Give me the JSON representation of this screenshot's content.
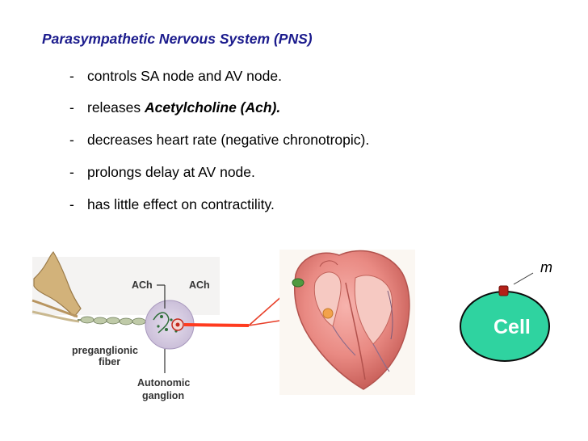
{
  "heading": "Parasympathetic Nervous System (PNS)",
  "bullets": [
    {
      "dash": "-",
      "text": "controls SA node and AV node.",
      "emph": ""
    },
    {
      "dash": "-",
      "text": "releases ",
      "emph": "Acetylcholine (Ach)."
    },
    {
      "dash": "-",
      "text": "decreases heart rate (negative chronotropic).",
      "emph": ""
    },
    {
      "dash": "-",
      "text": "prolongs delay at AV node.",
      "emph": ""
    },
    {
      "dash": "-",
      "text": "has little effect on contractility.",
      "emph": ""
    }
  ],
  "figure": {
    "ach_label_1": "ACh",
    "ach_label_2": "ACh",
    "preganglionic_1": "preganglionic",
    "preganglionic_2": "fiber",
    "autonomic_1": "Autonomic",
    "autonomic_2": "ganglion",
    "cell_label": "Cell",
    "m_label": "m"
  },
  "colors": {
    "heading": "#1a1a8c",
    "cell_fill": "#2fd3a0",
    "postganglionic_fiber": "#ff3b1f",
    "receptor": "#b32018"
  }
}
